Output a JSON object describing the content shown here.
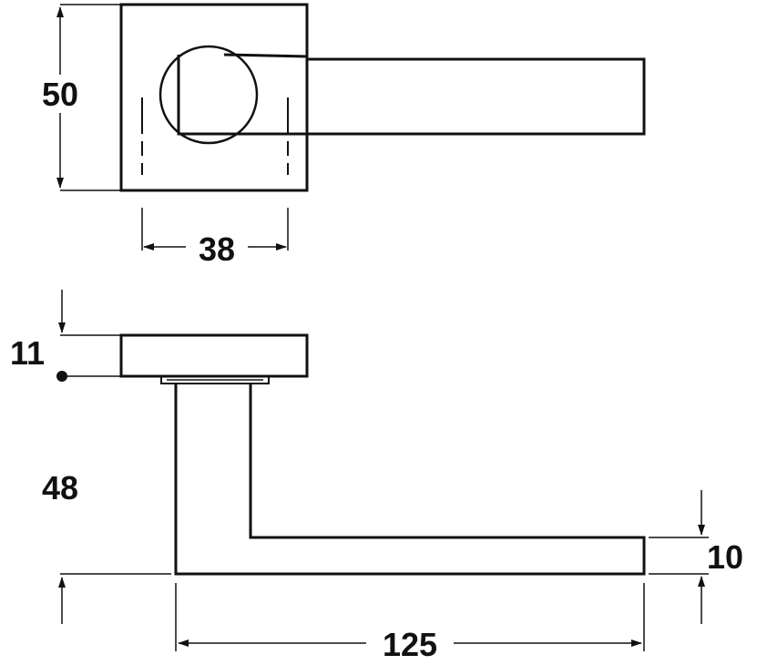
{
  "dimensions": {
    "rose_height": "50",
    "spindle_span": "38",
    "rose_thickness": "11",
    "projection": "48",
    "lever_thickness": "10",
    "lever_length": "125"
  },
  "colors": {
    "line": "#111111",
    "background": "#ffffff"
  }
}
